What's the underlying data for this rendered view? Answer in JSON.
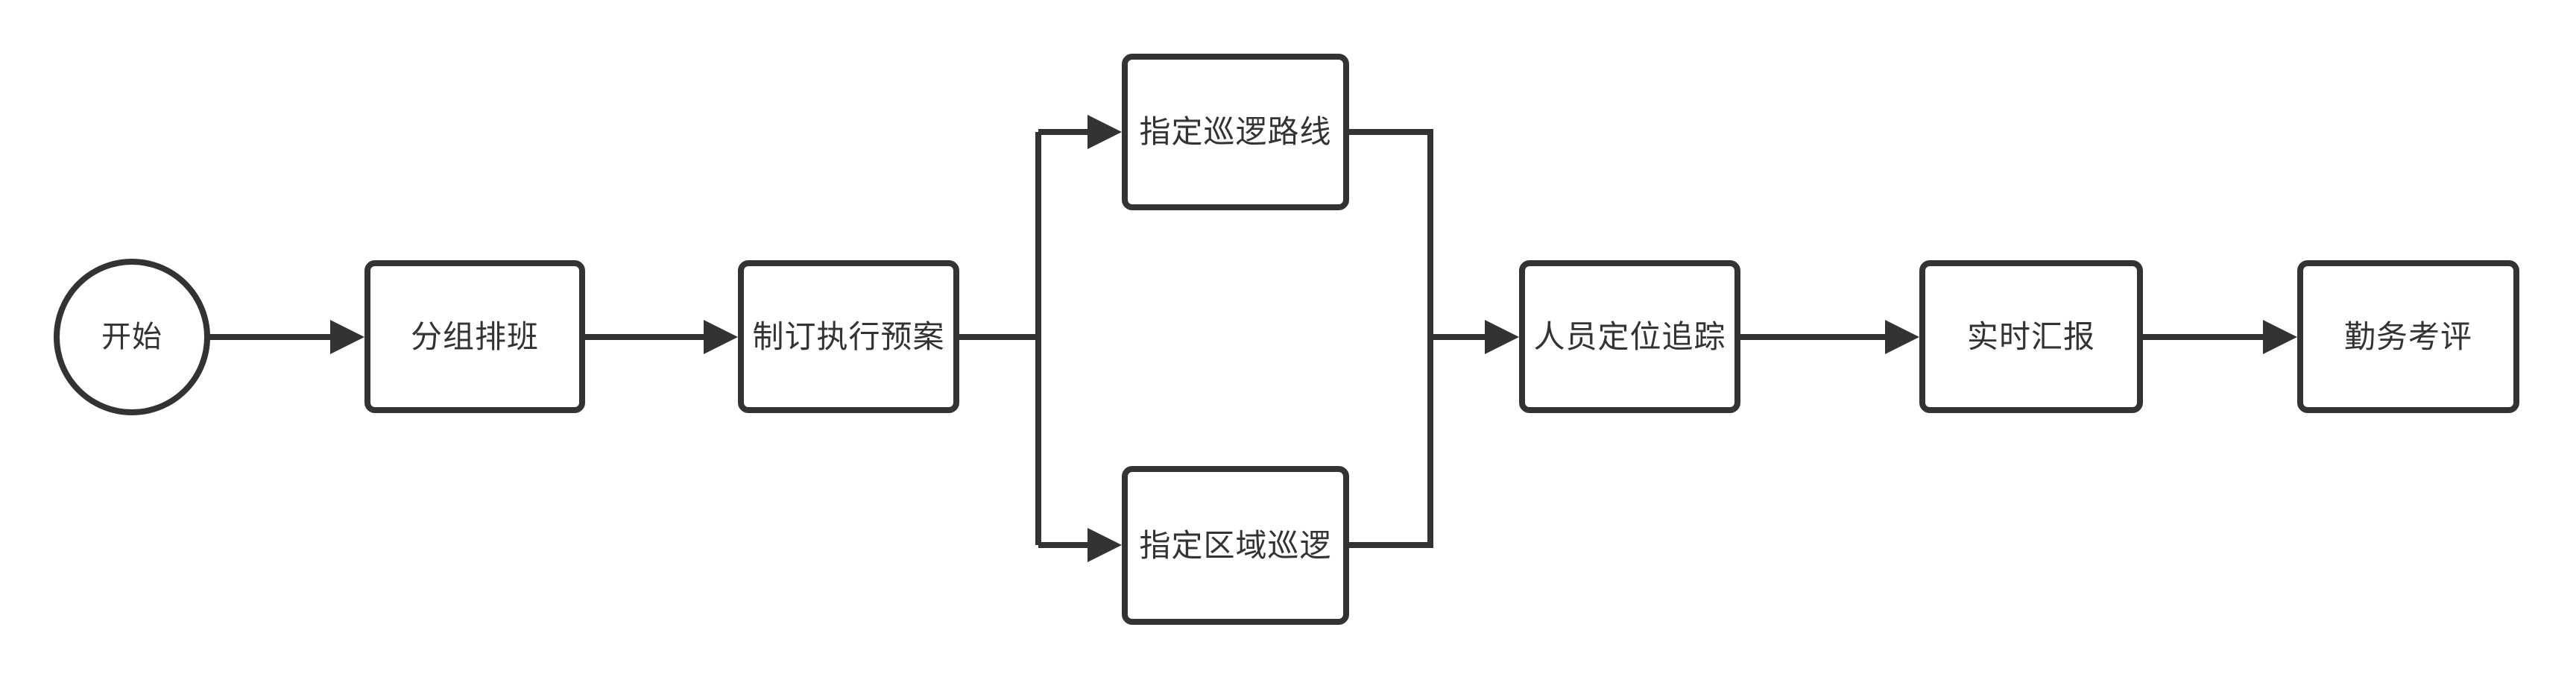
{
  "diagram": {
    "title": "patrol-duty-flowchart",
    "colors": {
      "stroke": "#333333",
      "text": "#333333",
      "background": "#ffffff"
    },
    "nodes": [
      {
        "id": "start",
        "type": "start-circle",
        "label": "开始"
      },
      {
        "id": "group-scheduling",
        "type": "process",
        "label": "分组排班"
      },
      {
        "id": "make-execution-plan",
        "type": "process",
        "label": "制订执行预案"
      },
      {
        "id": "patrol-route",
        "type": "process",
        "label": "指定巡逻路线"
      },
      {
        "id": "area-patrol",
        "type": "process",
        "label": "指定区域巡逻"
      },
      {
        "id": "personnel-tracking",
        "type": "process",
        "label": "人员定位追踪"
      },
      {
        "id": "realtime-report",
        "type": "process",
        "label": "实时汇报"
      },
      {
        "id": "duty-evaluation",
        "type": "process",
        "label": "勤务考评"
      }
    ],
    "edges": [
      {
        "from": "start",
        "to": "group-scheduling"
      },
      {
        "from": "group-scheduling",
        "to": "make-execution-plan"
      },
      {
        "from": "make-execution-plan",
        "to": "patrol-route"
      },
      {
        "from": "make-execution-plan",
        "to": "area-patrol"
      },
      {
        "from": "patrol-route",
        "to": "personnel-tracking"
      },
      {
        "from": "area-patrol",
        "to": "personnel-tracking"
      },
      {
        "from": "personnel-tracking",
        "to": "realtime-report"
      },
      {
        "from": "realtime-report",
        "to": "duty-evaluation"
      }
    ]
  }
}
